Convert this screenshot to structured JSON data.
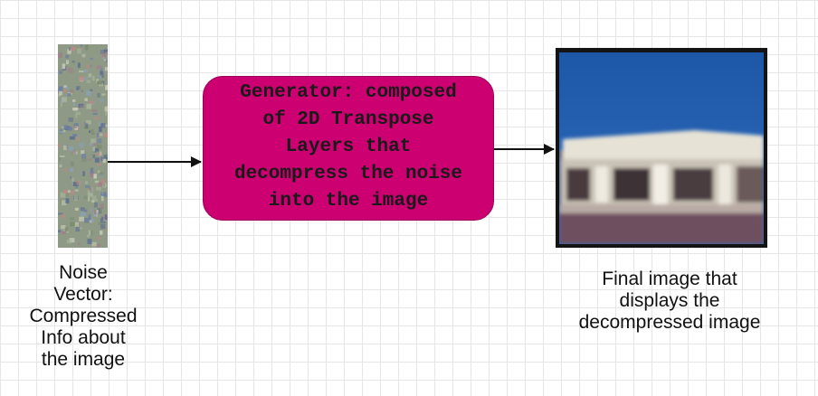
{
  "generator": {
    "label": "Generator: composed\nof 2D Transpose\nLayers that\ndecompress the noise\ninto the image"
  },
  "noise_caption": "Noise\n Vector:\nCompressed\n Info about\nthe image",
  "output_caption": "Final image that\ndisplays the\ndecompressed image",
  "colors": {
    "generator_fill": "#cc0071",
    "grid_line": "#e6e6e6",
    "arrow": "#111111",
    "sky": "#245eb0"
  }
}
